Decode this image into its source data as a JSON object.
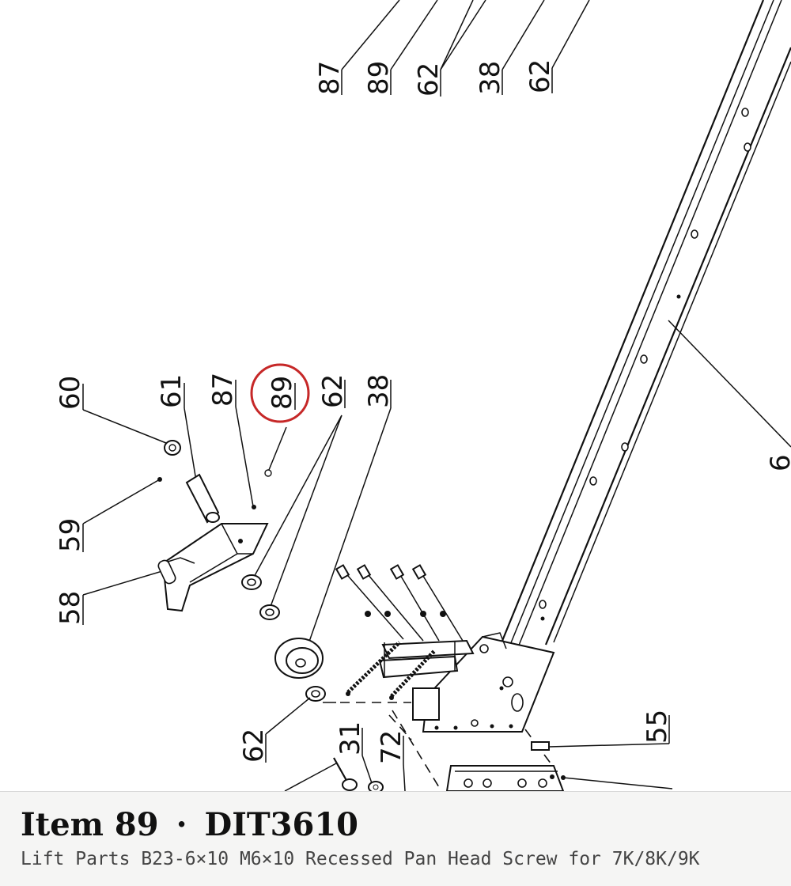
{
  "diagram": {
    "callouts_top": [
      "87",
      "89",
      "62",
      "38",
      "62"
    ],
    "callouts_upper": [
      "60",
      "61",
      "87",
      "89",
      "62",
      "38"
    ],
    "callouts_left": [
      "59",
      "58"
    ],
    "callouts_lower": [
      "62",
      "31",
      "72",
      "55"
    ],
    "callout_edge_right": "6",
    "highlighted_callout": "89",
    "highlight_color": "#c62828"
  },
  "caption": {
    "item_label": "Item 89",
    "separator": "·",
    "part_number": "DIT3610",
    "description": "Lift Parts B23-6×10 M6×10 Recessed Pan Head Screw for 7K/8K/9K"
  }
}
